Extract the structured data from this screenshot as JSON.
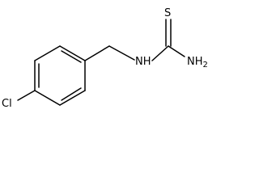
{
  "molecule": {
    "atoms": {
      "chlorine": "Cl",
      "imine_nh": "NH",
      "sulfur": "S",
      "amine": "NH",
      "amine_subscript": "2"
    }
  }
}
